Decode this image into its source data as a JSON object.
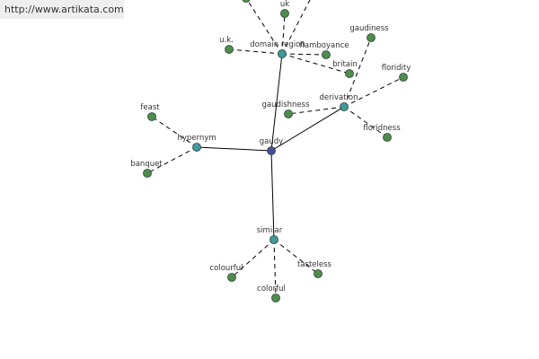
{
  "site": {
    "url": "http://www.artikata.com"
  },
  "colors": {
    "center": "#4a4e9a",
    "category": "#3f9a9a",
    "leaf": "#4e8e4a"
  },
  "graph": {
    "nodes": [
      {
        "id": "gaudy",
        "label": "gaudy",
        "kind": "center"
      },
      {
        "id": "hypernym",
        "label": "hypernym",
        "kind": "category"
      },
      {
        "id": "domain_region",
        "label": "domain region",
        "kind": "category"
      },
      {
        "id": "derivation",
        "label": "derivation",
        "kind": "category"
      },
      {
        "id": "similar",
        "label": "similar",
        "kind": "category"
      },
      {
        "id": "feast",
        "label": "feast",
        "kind": "leaf"
      },
      {
        "id": "banquet",
        "label": "banquet",
        "kind": "leaf"
      },
      {
        "id": "uk_top",
        "label": "uk",
        "kind": "leaf"
      },
      {
        "id": "u_k",
        "label": "u.k.",
        "kind": "leaf"
      },
      {
        "id": "flamboyance",
        "label": "flamboyance",
        "kind": "leaf"
      },
      {
        "id": "britain",
        "label": "britain",
        "kind": "leaf"
      },
      {
        "id": "gaudiness",
        "label": "gaudiness",
        "kind": "leaf"
      },
      {
        "id": "floridity",
        "label": "floridity",
        "kind": "leaf"
      },
      {
        "id": "gaudishness",
        "label": "gaudishness",
        "kind": "leaf"
      },
      {
        "id": "floridness",
        "label": "floridness",
        "kind": "leaf"
      },
      {
        "id": "colourful",
        "label": "colourful",
        "kind": "leaf"
      },
      {
        "id": "colorful",
        "label": "colorful",
        "kind": "leaf"
      },
      {
        "id": "tasteless",
        "label": "tasteless",
        "kind": "leaf"
      },
      {
        "id": "offscreen_1",
        "label": "",
        "kind": "leaf"
      }
    ],
    "edges": [
      {
        "from": "gaudy",
        "to": "hypernym",
        "style": "solid"
      },
      {
        "from": "gaudy",
        "to": "domain_region",
        "style": "solid"
      },
      {
        "from": "gaudy",
        "to": "derivation",
        "style": "solid"
      },
      {
        "from": "gaudy",
        "to": "similar",
        "style": "solid"
      },
      {
        "from": "hypernym",
        "to": "feast",
        "style": "dashed"
      },
      {
        "from": "hypernym",
        "to": "banquet",
        "style": "dashed"
      },
      {
        "from": "domain_region",
        "to": "uk_top",
        "style": "dashed"
      },
      {
        "from": "domain_region",
        "to": "u_k",
        "style": "dashed"
      },
      {
        "from": "domain_region",
        "to": "flamboyance",
        "style": "dashed"
      },
      {
        "from": "domain_region",
        "to": "britain",
        "style": "dashed"
      },
      {
        "from": "domain_region",
        "to": "offscreen_1",
        "style": "dashed"
      },
      {
        "from": "domain_region",
        "to": "offscreen_2",
        "style": "dashed"
      },
      {
        "from": "derivation",
        "to": "gaudiness",
        "style": "dashed"
      },
      {
        "from": "derivation",
        "to": "floridity",
        "style": "dashed"
      },
      {
        "from": "derivation",
        "to": "gaudishness",
        "style": "dashed"
      },
      {
        "from": "derivation",
        "to": "floridness",
        "style": "dashed"
      },
      {
        "from": "similar",
        "to": "colourful",
        "style": "dashed"
      },
      {
        "from": "similar",
        "to": "colorful",
        "style": "dashed"
      },
      {
        "from": "similar",
        "to": "tasteless",
        "style": "dashed"
      }
    ]
  }
}
